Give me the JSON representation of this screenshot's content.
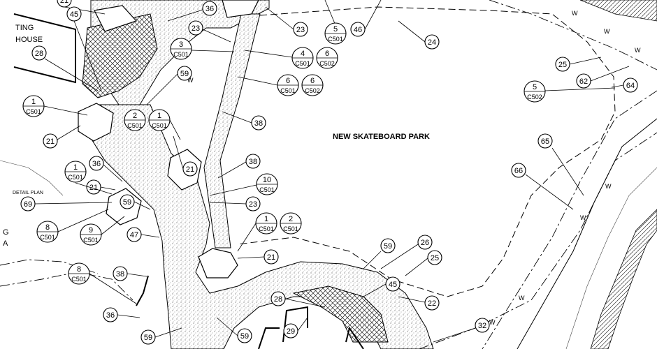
{
  "plan_title": "NEW SKATEBOARD PARK",
  "detail_label": "DETAIL PLAN",
  "building_label": [
    "TING",
    "HOUSE"
  ],
  "edge_text": [
    "G",
    "A"
  ],
  "water_line_letter": "W",
  "keynotes": [
    "21",
    "45",
    "36",
    "23",
    "5",
    "46",
    "24",
    "28",
    "3",
    "4",
    "6",
    "59",
    "25",
    "62",
    "64",
    "1",
    "2",
    "38",
    "65",
    "66",
    "10",
    "69",
    "8",
    "9",
    "47",
    "26",
    "22",
    "32",
    "29"
  ],
  "sheet_refs": [
    "C501",
    "C502"
  ],
  "tags": {
    "k21a": "21",
    "k45a": "45",
    "k36a": "36",
    "k23a": "23",
    "k23b": "23",
    "k46": "46",
    "k24": "24",
    "k28a": "28",
    "k59a": "59",
    "k25a": "25",
    "k62": "62",
    "k64": "64",
    "k21b": "21",
    "k38a": "38",
    "k21c": "21",
    "k38b": "38",
    "k65": "65",
    "k66": "66",
    "k36b": "36",
    "k21d": "21",
    "k69": "69",
    "k59b": "59",
    "k23c": "23",
    "k47": "47",
    "k38c": "38",
    "k59c": "59",
    "k26": "26",
    "k25b": "25",
    "k21e": "21",
    "k45b": "45",
    "k28b": "28",
    "k22": "22",
    "k36c": "36",
    "k29": "29",
    "k32": "32",
    "k59d": "59",
    "k59e": "59"
  },
  "details": {
    "d1": {
      "num": "5",
      "sheet": "C501"
    },
    "d2": {
      "num": "3",
      "sheet": "C501"
    },
    "d3": {
      "num": "4",
      "sheet": "C501"
    },
    "d4": {
      "num": "6",
      "sheet": "C502"
    },
    "d5": {
      "num": "6",
      "sheet": "C501"
    },
    "d6": {
      "num": "6",
      "sheet": "C502"
    },
    "d7": {
      "num": "5",
      "sheet": "C502"
    },
    "d8": {
      "num": "1",
      "sheet": "C501"
    },
    "d9": {
      "num": "2",
      "sheet": "C501"
    },
    "d10": {
      "num": "1",
      "sheet": "C501"
    },
    "d11": {
      "num": "1",
      "sheet": "C501"
    },
    "d12": {
      "num": "10",
      "sheet": "C501"
    },
    "d13": {
      "num": "8",
      "sheet": "C501"
    },
    "d14": {
      "num": "9",
      "sheet": "C501"
    },
    "d15": {
      "num": "1",
      "sheet": "C501"
    },
    "d16": {
      "num": "2",
      "sheet": "C501"
    },
    "d17": {
      "num": "8",
      "sheet": "C501"
    }
  }
}
